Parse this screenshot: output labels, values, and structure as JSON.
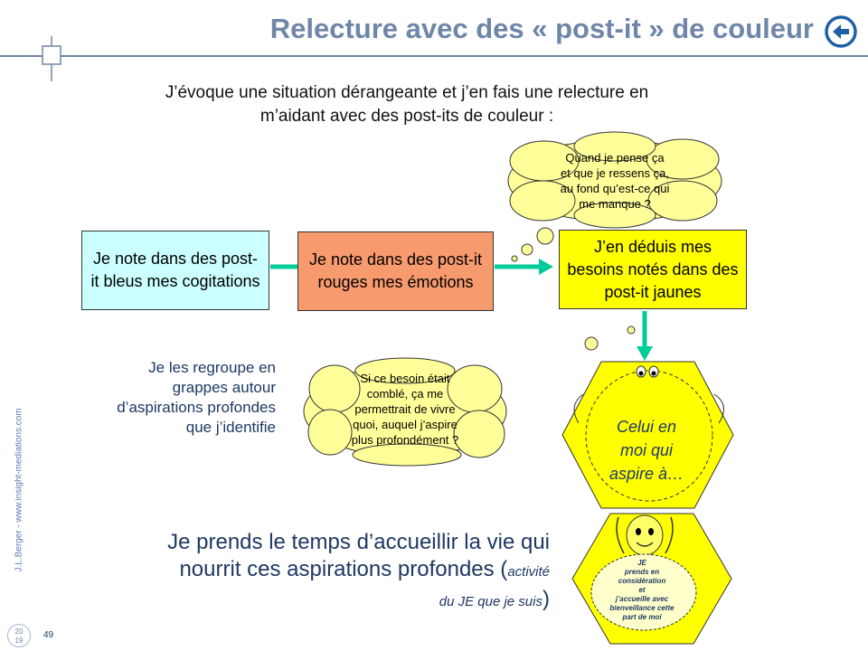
{
  "header": {
    "title": "Relecture avec des « post-it » de couleur",
    "back_icon": "back-arrow-icon"
  },
  "intro": {
    "line1": "J’évoque une situation dérangeante et j’en fais une relecture en",
    "line2": "m’aidant avec des post-its de couleur :"
  },
  "boxes": {
    "blue": {
      "text": "Je note dans des post-it bleus mes cogitations",
      "color": "#ccffff"
    },
    "red": {
      "text": "Je note dans des post-it rouges mes émotions",
      "color": "#f79a6e"
    },
    "yellow": {
      "text": "J’en déduis mes besoins notés dans des post-it jaunes",
      "color": "#ffff00"
    }
  },
  "clouds": {
    "top": [
      "Quand je pense ça",
      "et que je ressens ça,",
      "au fond qu’est-ce qui",
      "me manque ?"
    ],
    "middle": [
      "Si ce besoin était",
      "comblé, ça me",
      "permettrait de vivre",
      "quoi, auquel j’aspire",
      "plus profondément ?"
    ]
  },
  "side_text": "Je les regroupe en grappes autour d’aspirations profondes que j’identifie",
  "hexagons": {
    "first": [
      "Celui en",
      "moi qui",
      "aspire à…"
    ],
    "second": [
      "JE",
      "prends en",
      "considération",
      "et",
      "j’accueille avec",
      "bienveillance cette",
      "part de moi"
    ]
  },
  "bottom": {
    "main": "Je prends le temps d’accueillir la vie qui nourrit ces aspirations profondes (",
    "small": "activité du JE que je suis",
    "close": ")"
  },
  "footer": {
    "vertical": "J.L.Berger - www.insight-mediations.com",
    "page": "49",
    "year_top": "20",
    "year_bottom": "19"
  },
  "colors": {
    "title": "#6f86a8",
    "arrow": "#00cc99",
    "cloud": "#ffff99",
    "hexagon": "#ffff00",
    "text_dark_blue": "#1f3864"
  }
}
